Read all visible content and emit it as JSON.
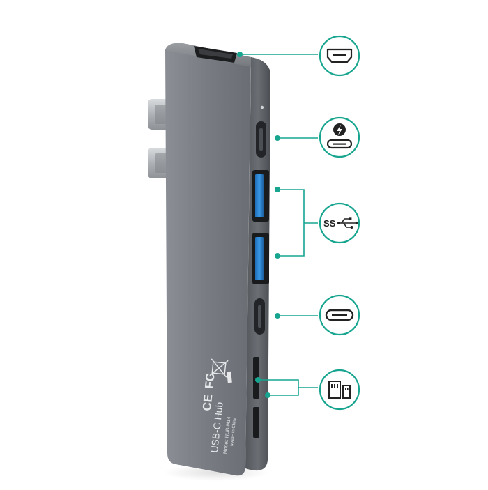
{
  "product": {
    "printed_label_title": "USB-C Hub",
    "printed_label_model": "Model: HUB-M14",
    "printed_made_in": "MADE in China",
    "cert_marks": [
      "CE",
      "FC"
    ]
  },
  "ports": [
    {
      "id": "hdmi",
      "icon": "hdmi-icon"
    },
    {
      "id": "thunderbolt",
      "icon": "thunderbolt-usb-c-icon"
    },
    {
      "id": "usb3",
      "icon": "superspeed-usb-icon",
      "count": 2
    },
    {
      "id": "usbc",
      "icon": "usb-c-icon"
    },
    {
      "id": "card",
      "icon": "sd-microsd-icon",
      "count": 2
    }
  ],
  "icon_texts": {
    "ss": "SS"
  },
  "colors": {
    "accent_teal": "#17a58f",
    "body_gray": "#6e7278",
    "body_dark": "#4d5156",
    "usb_blue": "#2f8ad6",
    "background": "#ffffff"
  }
}
